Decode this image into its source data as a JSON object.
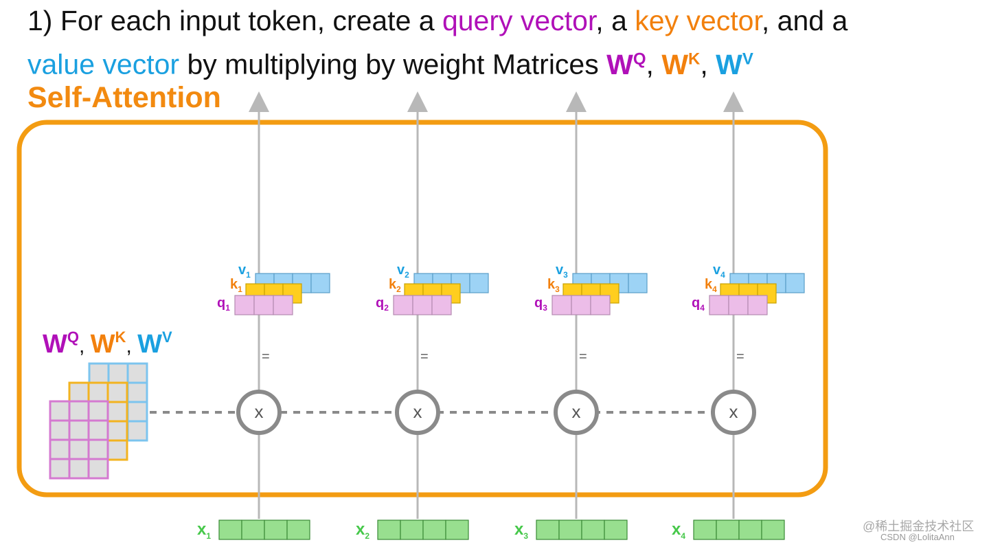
{
  "heading": {
    "line1_a": "1) For each input token, create a ",
    "query": "query vector",
    "line1_b": ", a ",
    "key": "key vector",
    "line1_c": ", and a",
    "value": "value vector",
    "line2_a": " by multiplying by weight Matrices ",
    "wq": "W",
    "wq_sup": "Q",
    "comma1": ", ",
    "wk": "W",
    "wk_sup": "K",
    "comma2": ", ",
    "wv": "W",
    "wv_sup": "V"
  },
  "section_title": "Self-Attention",
  "weights_label": {
    "wq": "W",
    "wq_sup": "Q",
    "sep1": ", ",
    "wk": "W",
    "wk_sup": "K",
    "sep2": ", ",
    "wv": "W",
    "wv_sup": "V"
  },
  "tokens": [
    {
      "x": "x",
      "v": "v",
      "k": "k",
      "q": "q",
      "sub": "1",
      "eq": "=",
      "op": "x"
    },
    {
      "x": "x",
      "v": "v",
      "k": "k",
      "q": "q",
      "sub": "2",
      "eq": "=",
      "op": "x"
    },
    {
      "x": "x",
      "v": "v",
      "k": "k",
      "q": "q",
      "sub": "3",
      "eq": "=",
      "op": "x"
    },
    {
      "x": "x",
      "v": "v",
      "k": "k",
      "q": "q",
      "sub": "4",
      "eq": "=",
      "op": "x"
    }
  ],
  "watermark": "@稀土掘金技术社区",
  "watermark2": "CSDN @LolitaAnn",
  "colors": {
    "query": "#b010b8",
    "key": "#f2800d",
    "value": "#1aa0e0",
    "input": "#46c84a",
    "frame": "#f39c12"
  }
}
